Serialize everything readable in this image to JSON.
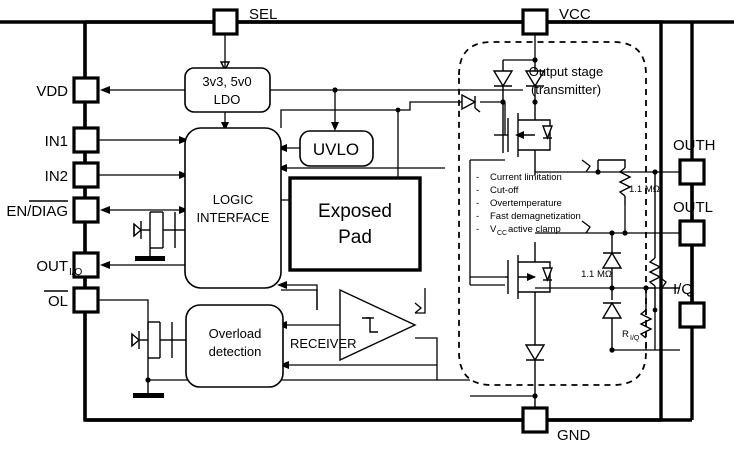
{
  "diagram": {
    "title": "Integrated circuit functional block diagram",
    "pins": {
      "top": [
        {
          "id": "sel",
          "label": "SEL"
        },
        {
          "id": "vcc",
          "label": "VCC"
        }
      ],
      "left": [
        {
          "id": "vdd",
          "label": "VDD",
          "overline": ""
        },
        {
          "id": "in1",
          "label": "IN1",
          "overline": ""
        },
        {
          "id": "in2",
          "label": "IN2",
          "overline": ""
        },
        {
          "id": "en-diag",
          "label": "EN/DIAG",
          "overline": "DIAG"
        },
        {
          "id": "out-iq",
          "label": "OUT",
          "subscript": "I/Q",
          "overline": ""
        },
        {
          "id": "ol",
          "label": "OL",
          "overline": "OL"
        }
      ],
      "right": [
        {
          "id": "outh",
          "label": "OUTH"
        },
        {
          "id": "outl",
          "label": "OUTL"
        },
        {
          "id": "iq",
          "label": "I/Q"
        }
      ],
      "bottom": [
        {
          "id": "gnd",
          "label": "GND"
        }
      ]
    },
    "blocks": {
      "ldo": {
        "line1": "3v3, 5v0",
        "line2": "LDO"
      },
      "logic": {
        "line1": "LOGIC",
        "line2": "INTERFACE"
      },
      "uvlo": {
        "label": "UVLO"
      },
      "exposed_pad": {
        "line1": "Exposed",
        "line2": "Pad"
      },
      "overload": {
        "line1": "Overload",
        "line2": "detection"
      },
      "receiver": {
        "label": "RECEIVER"
      },
      "output_stage": {
        "line1": "Output stage",
        "line2": "(transmitter)"
      }
    },
    "output_stage_features": [
      "Current limitation",
      "Cut-off",
      "Overtemperature",
      "Fast demagnetization",
      "V      active clamp"
    ],
    "feature_bullet": "-",
    "feature_vcc_main": "V",
    "feature_vcc_sub": "CC",
    "feature_vcc_rest": "active clamp",
    "components": {
      "r_high": "1.1 MΩ",
      "r_mid": "1.1 MΩ",
      "r_iq_main": "R",
      "r_iq_sub": "I/Q"
    },
    "colors": {
      "line": "#000000",
      "background": "#ffffff",
      "fill": "#ffffff"
    }
  }
}
